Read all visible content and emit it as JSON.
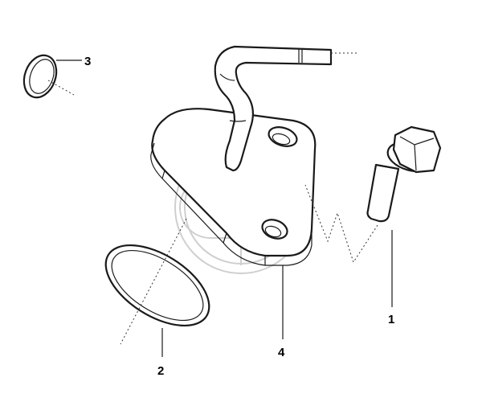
{
  "callouts": {
    "c1": "1",
    "c2": "2",
    "c3": "3",
    "c4": "4"
  },
  "parts": [
    {
      "icon": "hex-flange-bolt-icon",
      "callout": "1"
    },
    {
      "icon": "o-ring-seal-icon",
      "callout": "2"
    },
    {
      "icon": "plug-cap-icon",
      "callout": "3"
    },
    {
      "icon": "bracket-with-pipe-icon",
      "callout": "4"
    }
  ]
}
